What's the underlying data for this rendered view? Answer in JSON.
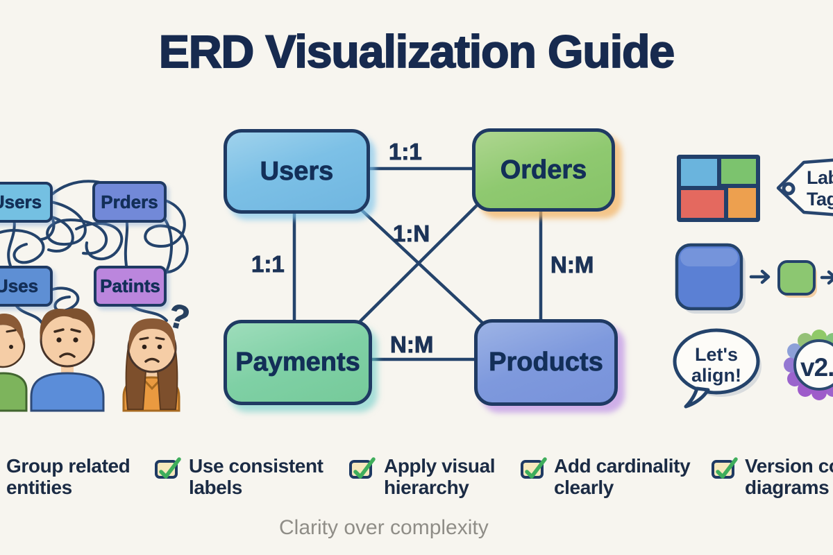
{
  "title": "ERD Visualization Guide",
  "footer": "Clarity over complexity",
  "colors": {
    "background": "#f7f5ef",
    "navy_ink": "#1f3a63",
    "users_blue": "#7cc0e6",
    "orders_green": "#8fc970",
    "payments_teal": "#7fd0a5",
    "products_periwinkle": "#7e99dd",
    "patints_purple": "#bb86dd",
    "check_green": "#3fae5c",
    "checkbox_fill": "#f6e8bd"
  },
  "messy": {
    "boxes": [
      {
        "label": "Users"
      },
      {
        "label": "Prders"
      },
      {
        "label": "Uses"
      },
      {
        "label": "Patints"
      }
    ],
    "question_mark": "?"
  },
  "erd": {
    "entities": [
      {
        "name": "Users"
      },
      {
        "name": "Orders"
      },
      {
        "name": "Payments"
      },
      {
        "name": "Products"
      }
    ],
    "relations": [
      {
        "from": "Users",
        "to": "Orders",
        "label": "1:1"
      },
      {
        "from": "Users",
        "to": "Payments",
        "label": "1:1"
      },
      {
        "from": "Users",
        "to": "Products",
        "label": "1:N"
      },
      {
        "from": "Orders",
        "to": "Payments",
        "label": ""
      },
      {
        "from": "Orders",
        "to": "Products",
        "label": "N:M"
      },
      {
        "from": "Payments",
        "to": "Products",
        "label": "N:M"
      }
    ]
  },
  "legend": {
    "tag_line1": "Lab",
    "tag_line2": "Tag",
    "bubble_line1": "Let's",
    "bubble_line2": "align!",
    "badge_label": "v2."
  },
  "checklist": [
    {
      "line1": "Group related",
      "line2": "entities",
      "checked": false
    },
    {
      "line1": "Use consistent",
      "line2": "labels",
      "checked": true
    },
    {
      "line1": "Apply visual",
      "line2": "hierarchy",
      "checked": true
    },
    {
      "line1": "Add cardinality",
      "line2": "clearly",
      "checked": true
    },
    {
      "line1": "Version co",
      "line2": "diagrams",
      "checked": true
    }
  ]
}
